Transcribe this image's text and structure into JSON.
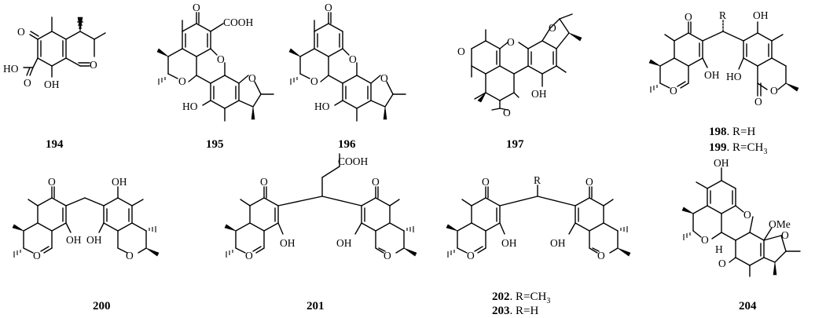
{
  "compounds": [
    {
      "id": "194",
      "number": "194",
      "atoms": {
        "O1": "O",
        "HO": "HO",
        "O2": "O",
        "OH": "OH",
        "O3": "O"
      }
    },
    {
      "id": "195",
      "number": "195",
      "atoms": {
        "O1": "O",
        "COOH": "COOH",
        "O2": "O",
        "O3": "O",
        "O4": "O",
        "HO": "HO"
      }
    },
    {
      "id": "196",
      "number": "196",
      "atoms": {
        "O1": "O",
        "O2": "O",
        "O3": "O",
        "O4": "O",
        "HO": "HO"
      }
    },
    {
      "id": "197",
      "number": "197",
      "atoms": {
        "O1": "O",
        "O2": "O",
        "O3": "O",
        "O4": "O",
        "OH": "OH"
      }
    },
    {
      "id": "198-199",
      "number": "198",
      "number2": "199",
      "caption1": ". R=H",
      "caption2a": ". R=CH",
      "caption2sub": "3",
      "atoms": {
        "O1": "O",
        "R": "R",
        "OH1": "OH",
        "OH2": "OH",
        "HO": "HO",
        "O2": "O",
        "O3": "O",
        "O4": "O"
      }
    },
    {
      "id": "200",
      "number": "200",
      "atoms": {
        "O1": "O",
        "OH1": "OH",
        "OH2": "OH",
        "OH3": "OH",
        "O2": "O",
        "O3": "O"
      }
    },
    {
      "id": "201",
      "number": "201",
      "atoms": {
        "COOH": "COOH",
        "O1": "O",
        "O2": "O",
        "OH1": "OH",
        "OH2": "OH",
        "O3": "O",
        "O4": "O"
      }
    },
    {
      "id": "202-203",
      "number": "202",
      "number2": "203",
      "caption1a": ". R=CH",
      "caption1sub": "3",
      "caption2": ". R=H",
      "atoms": {
        "R": "R",
        "O1": "O",
        "O2": "O",
        "OH1": "OH",
        "OH2": "OH",
        "O3": "O",
        "O4": "O"
      }
    },
    {
      "id": "204",
      "number": "204",
      "atoms": {
        "OH": "OH",
        "O1": "O",
        "OMe": "OMe",
        "O2": "O",
        "O3": "O",
        "H": "H",
        "O4": "O"
      }
    }
  ]
}
